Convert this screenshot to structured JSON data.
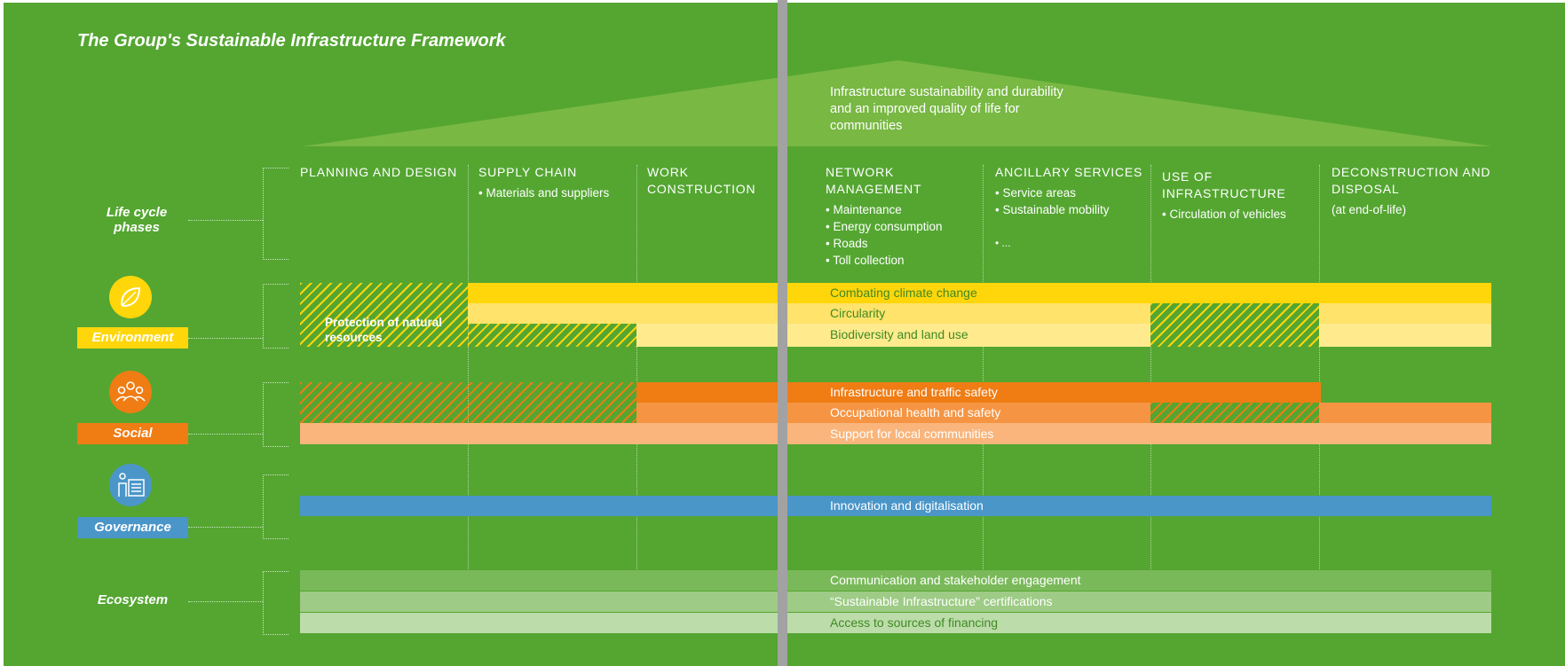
{
  "title": "The Group's Sustainable Infrastructure Framework",
  "roof_text": "Infrastructure sustainability and durability and an improved quality of life for communities",
  "side_labels": {
    "life_cycle": "Life cycle phases",
    "ecosystem": "Ecosystem"
  },
  "phases": [
    {
      "label": "PLANNING AND DESIGN",
      "bullets": []
    },
    {
      "label": "SUPPLY CHAIN",
      "bullets": [
        "Materials and suppliers"
      ]
    },
    {
      "label": "WORK CONSTRUCTION",
      "bullets": []
    },
    {
      "label": "NETWORK MANAGEMENT",
      "bullets": [
        "Maintenance",
        "Energy consumption",
        "Roads",
        "Toll collection"
      ]
    },
    {
      "label": "ANCILLARY SERVICES",
      "bullets": [
        "Service areas",
        "Sustainable mobility",
        "..."
      ]
    },
    {
      "label": "USE OF INFRASTRUCTURE",
      "bullets": [
        "Circulation of vehicles"
      ]
    },
    {
      "label": "DECONSTRUCTION AND DISPOSAL",
      "bullets": [],
      "extra": "(at end-of-life)"
    }
  ],
  "categories": {
    "environment": {
      "label": "Environment",
      "color": "#ffd60a",
      "icon": "leaf-icon"
    },
    "social": {
      "label": "Social",
      "color": "#f07c14",
      "icon": "people-icon"
    },
    "governance": {
      "label": "Governance",
      "color": "#4a96c9",
      "icon": "governance-icon"
    }
  },
  "themes": {
    "climate": "Combating climate change",
    "circularity": "Circularity",
    "biodiversity": "Biodiversity and land use",
    "natural_resources": "Protection of natural resources",
    "traffic_safety": "Infrastructure and traffic safety",
    "occupational": "Occupational health and safety",
    "communities": "Support for local communities",
    "innovation": "Innovation and digitalisation",
    "communication": "Communication and stakeholder engagement",
    "certifications": "“Sustainable Infrastructure” certifications",
    "financing": "Access to sources of financing"
  },
  "colors": {
    "background": "#54a631",
    "env_dark": "#ffd60a",
    "env_mid": "#ffe36b",
    "env_light": "#ffeb8e",
    "soc_dark": "#f07c14",
    "soc_mid": "#f59543",
    "soc_light": "#f9b57b",
    "gov": "#4a96c9",
    "eco_1": "#7ab95a",
    "eco_2": "#9ecb86",
    "eco_3": "#bcdca9",
    "roof": "#78b843"
  }
}
